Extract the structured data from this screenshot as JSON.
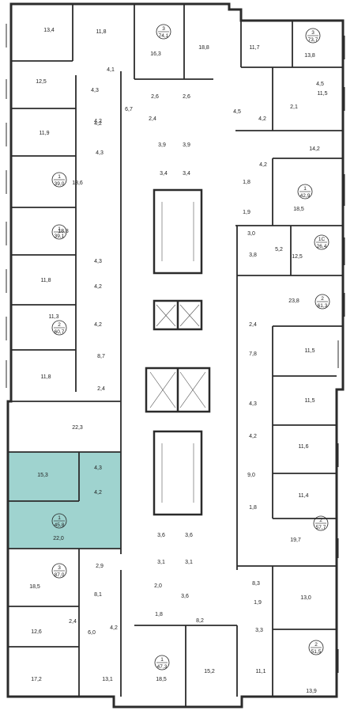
{
  "plan": {
    "highlight_color": "#9fd3cf",
    "wall_color": "#2b2b2b",
    "apartments": [
      {
        "id": "a1",
        "rooms": "1",
        "area": "39,0"
      },
      {
        "id": "a2",
        "rooms": "1",
        "area": "39,1"
      },
      {
        "id": "a3",
        "rooms": "2",
        "area": "60,7"
      },
      {
        "id": "a4",
        "rooms": "1",
        "area": "45,8",
        "highlighted": true
      },
      {
        "id": "a5",
        "rooms": "3",
        "area": "87,0"
      },
      {
        "id": "a6",
        "rooms": "3",
        "area": "74,1"
      },
      {
        "id": "a7",
        "rooms": "3",
        "area": "73,7"
      },
      {
        "id": "a8",
        "rooms": "1",
        "area": "42,9"
      },
      {
        "id": "a9",
        "rooms": "1С",
        "area": "26,4"
      },
      {
        "id": "a10",
        "rooms": "2",
        "area": "61,3"
      },
      {
        "id": "a11",
        "rooms": "2",
        "area": "57,7"
      },
      {
        "id": "a12",
        "rooms": "1",
        "area": "47,3"
      },
      {
        "id": "a13",
        "rooms": "2",
        "area": "51,5"
      }
    ],
    "room_labels": [
      "13,4",
      "11,8",
      "16,3",
      "18,8",
      "11,7",
      "13,8",
      "12,5",
      "4,1",
      "4,3",
      "6,7",
      "2,6",
      "2,6",
      "4,2",
      "2,4",
      "4,5",
      "4,5",
      "2,1",
      "11,5",
      "11,9",
      "4,2",
      "4,3",
      "3,9",
      "3,9",
      "4,2",
      "14,2",
      "18,6",
      "3,4",
      "3,4",
      "4,2",
      "1,8",
      "18,8",
      "1,9",
      "18,5",
      "3,0",
      "5,2",
      "4,3",
      "3,8",
      "12,5",
      "11,8",
      "4,2",
      "23,8",
      "11,3",
      "4,2",
      "2,4",
      "8,7",
      "11,5",
      "7,8",
      "11,8",
      "2,4",
      "11,5",
      "22,3",
      "4,3",
      "4,2",
      "15,3",
      "4,3",
      "11,6",
      "9,0",
      "4,2",
      "11,4",
      "1,8",
      "22,0",
      "19,7",
      "3,6",
      "3,6",
      "3,1",
      "3,1",
      "2,9",
      "18,5",
      "8,3",
      "8,1",
      "2,0",
      "3,6",
      "1,9",
      "13,0",
      "12,6",
      "2,4",
      "6,0",
      "4,2",
      "1,8",
      "8,2",
      "3,3",
      "17,2",
      "13,1",
      "18,5",
      "15,2",
      "11,1",
      "13,9"
    ]
  }
}
